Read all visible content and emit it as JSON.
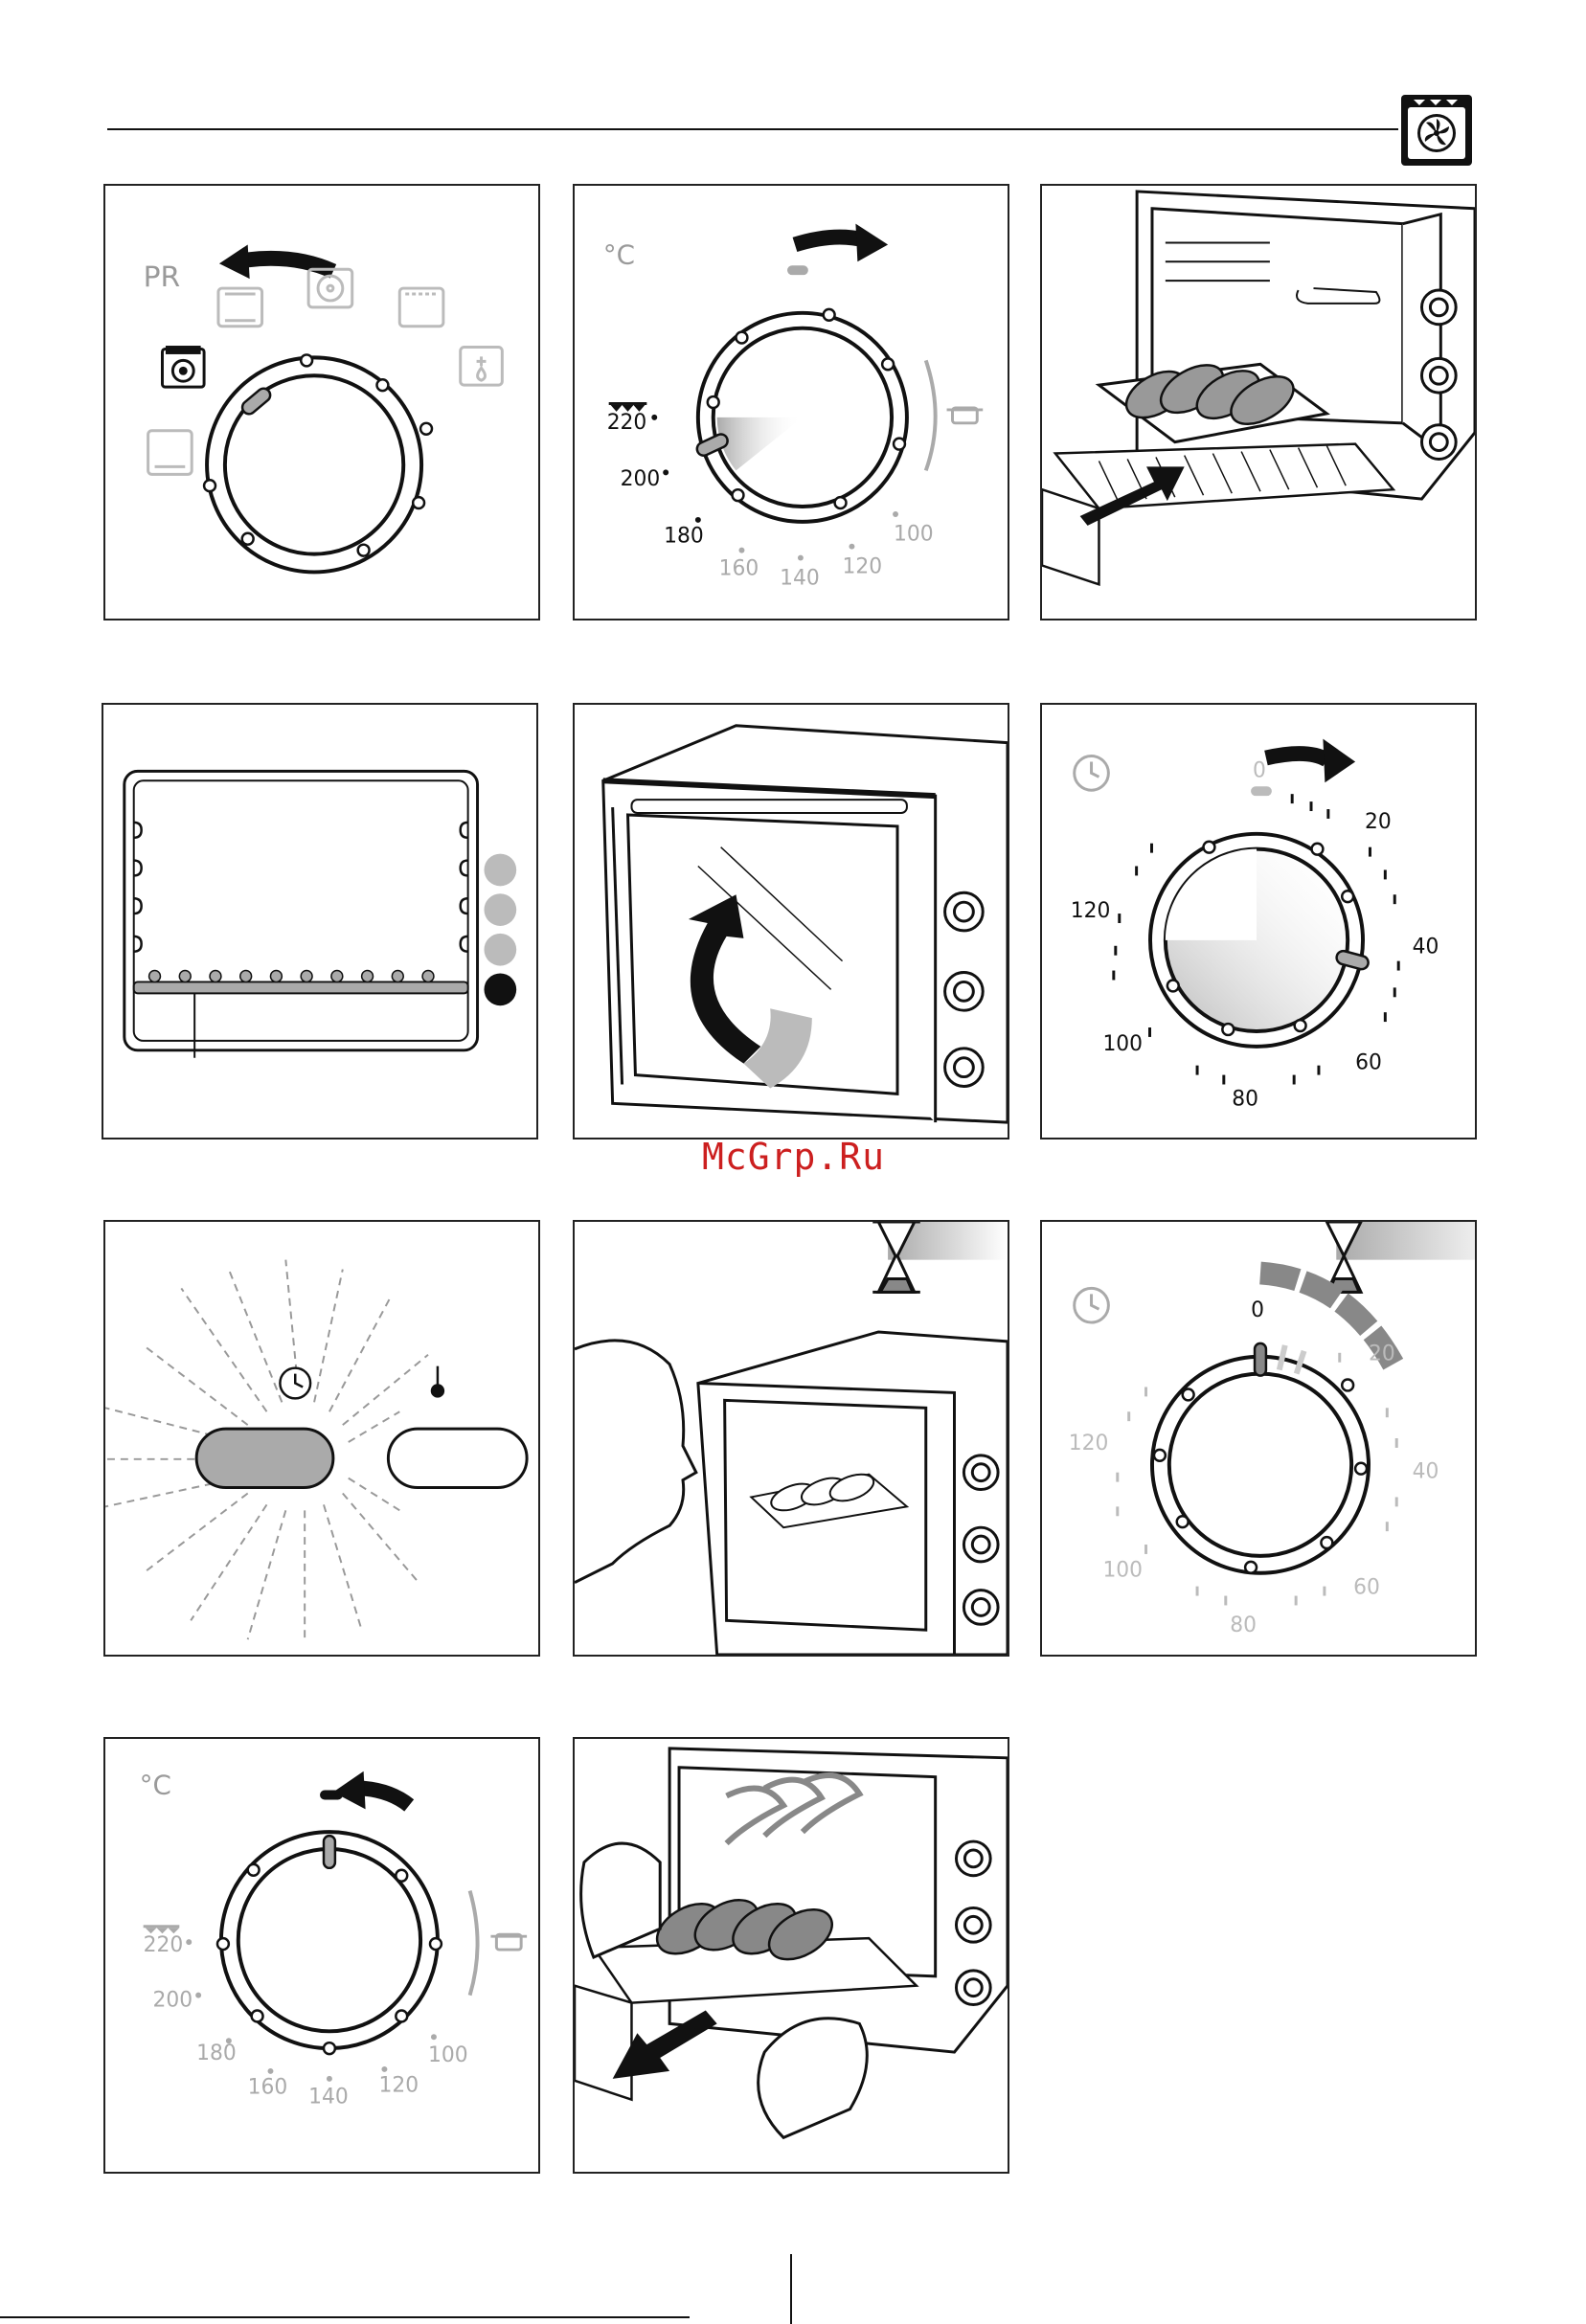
{
  "header": {
    "badge_icon": "oven-fan-icon"
  },
  "watermark": "McGrp.Ru",
  "panels": {
    "mode_dial": {
      "label_pr": "PR",
      "selected_mode_icon": "fan-grill-icon"
    },
    "temperature_dial_set": {
      "unit": "°C",
      "marks": [
        "220",
        "200",
        "180",
        "160",
        "140",
        "120",
        "100"
      ],
      "selected": "220"
    },
    "timer_dial_set": {
      "marks": [
        "0",
        "20",
        "40",
        "60",
        "80",
        "100",
        "120"
      ]
    },
    "timer_dial_run": {
      "marks": [
        "0",
        "20",
        "40",
        "60",
        "80",
        "100",
        "120"
      ]
    },
    "temperature_dial_off": {
      "unit": "°C",
      "marks": [
        "220",
        "200",
        "180",
        "160",
        "140",
        "120",
        "100"
      ]
    }
  },
  "colors": {
    "ink": "#111111",
    "grey": "#9a9a9a",
    "light": "#c8c8c8",
    "accent_watermark": "#cc1f1f"
  }
}
